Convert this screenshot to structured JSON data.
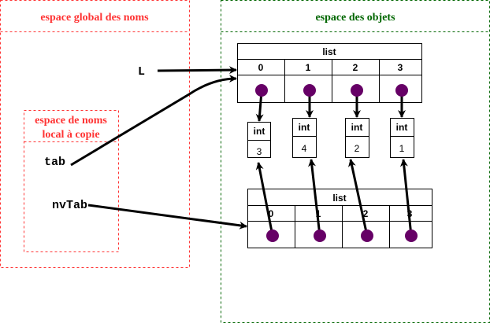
{
  "global_namespace": {
    "title": "espace global des noms",
    "color": "#ff3333"
  },
  "local_namespace": {
    "title_line1": "espace de noms",
    "title_line2": "local à copie",
    "color": "#ff3333"
  },
  "object_space": {
    "title": "espace des objets",
    "color": "#006600"
  },
  "variables": {
    "L": "L",
    "tab": "tab",
    "nvTab": "nvTab"
  },
  "list_top": {
    "type": "list",
    "indices": [
      "0",
      "1",
      "2",
      "3"
    ]
  },
  "list_bottom": {
    "type": "list",
    "indices": [
      "0",
      "1",
      "2",
      "3"
    ]
  },
  "ints": [
    {
      "type": "int",
      "value": "3"
    },
    {
      "type": "int",
      "value": "4"
    },
    {
      "type": "int",
      "value": "2"
    },
    {
      "type": "int",
      "value": "1"
    }
  ],
  "pointer_color": "#660066"
}
